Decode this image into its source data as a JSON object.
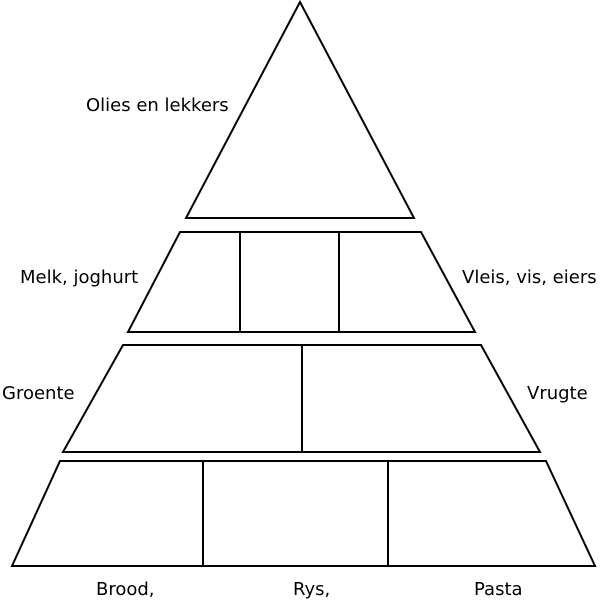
{
  "labels": {
    "top": "Olies en lekkers",
    "left_tier2": "Melk, joghurt",
    "right_tier2": "Vleis, vis, eiers",
    "left_tier3": "Groente",
    "right_tier3": "Vrugte",
    "bottom_left": "Brood,",
    "bottom_middle": "Rys,",
    "bottom_right": "Pasta"
  },
  "colors": {
    "stroke": "#000000",
    "background": "#ffffff"
  }
}
